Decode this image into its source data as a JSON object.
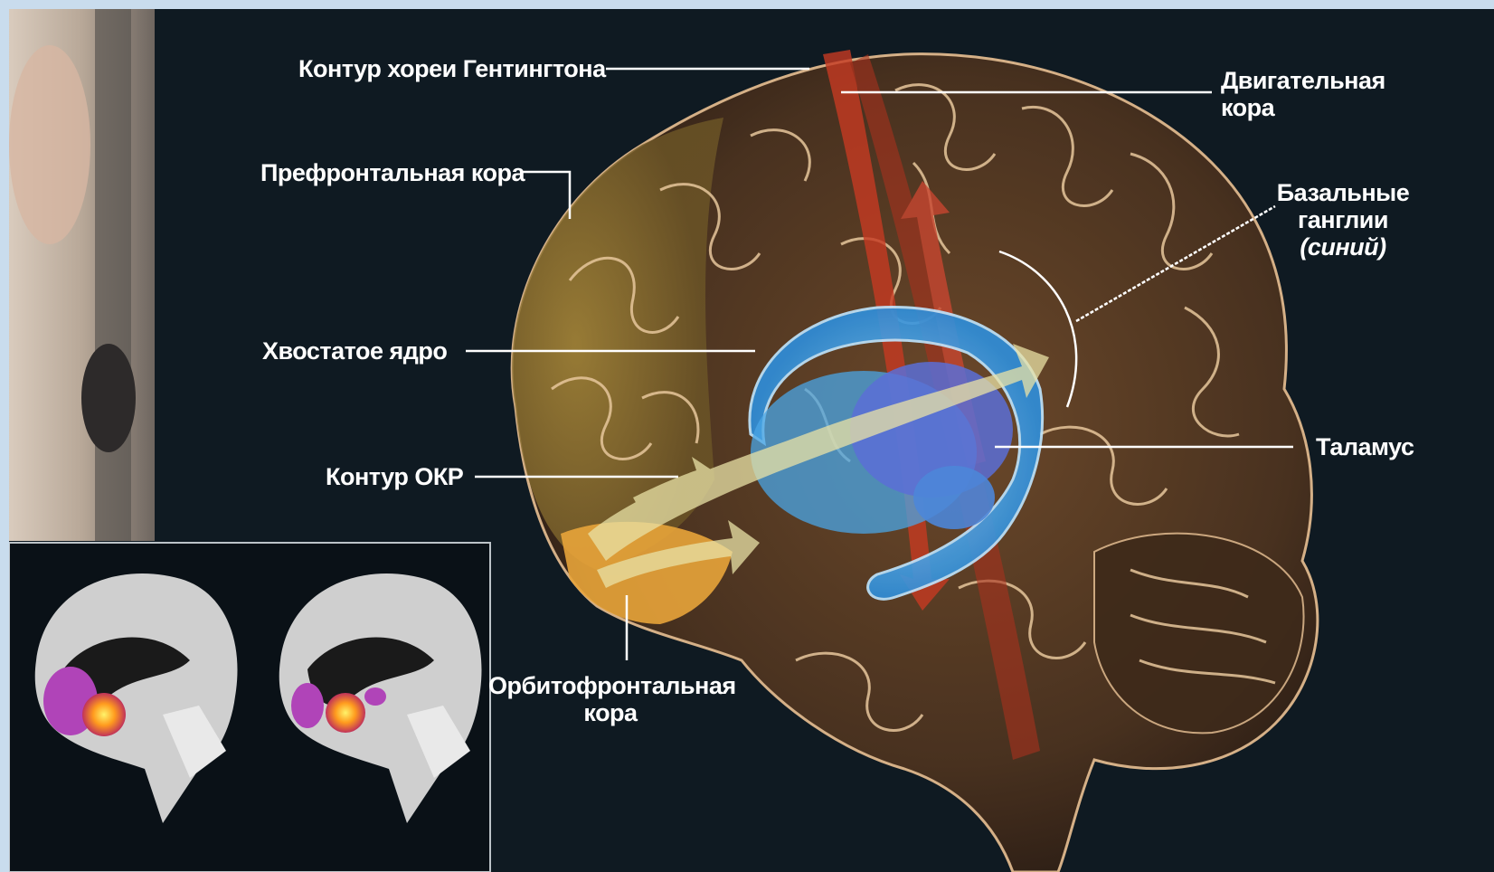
{
  "diagram": {
    "labels": {
      "huntington_circuit": "Контур хореи Гентингтона",
      "motor_cortex_line1": "Двигательная",
      "motor_cortex_line2": "кора",
      "prefrontal_cortex": "Префронтальная кора",
      "basal_ganglia_line1": "Базальные",
      "basal_ganglia_line2": "ганглии",
      "basal_ganglia_line3": "(синий)",
      "caudate_nucleus": "Хвостатое ядро",
      "thalamus": "Таламус",
      "ocd_circuit": "Контур ОКР",
      "orbitofrontal_line1": "Орбитофронтальная",
      "orbitofrontal_line2": "кора"
    },
    "colors": {
      "background": "#0f1a22",
      "page_border": "#c9dced",
      "brain_base": "#5a3d25",
      "prefrontal": "#b99a3c",
      "orbitofrontal": "#e8a43a",
      "basal_ganglia": "#3fa6e6",
      "thalamus": "#5a6fd6",
      "huntington_arrow": "#c63a22",
      "ocd_arrow": "#e9e2a6"
    }
  }
}
